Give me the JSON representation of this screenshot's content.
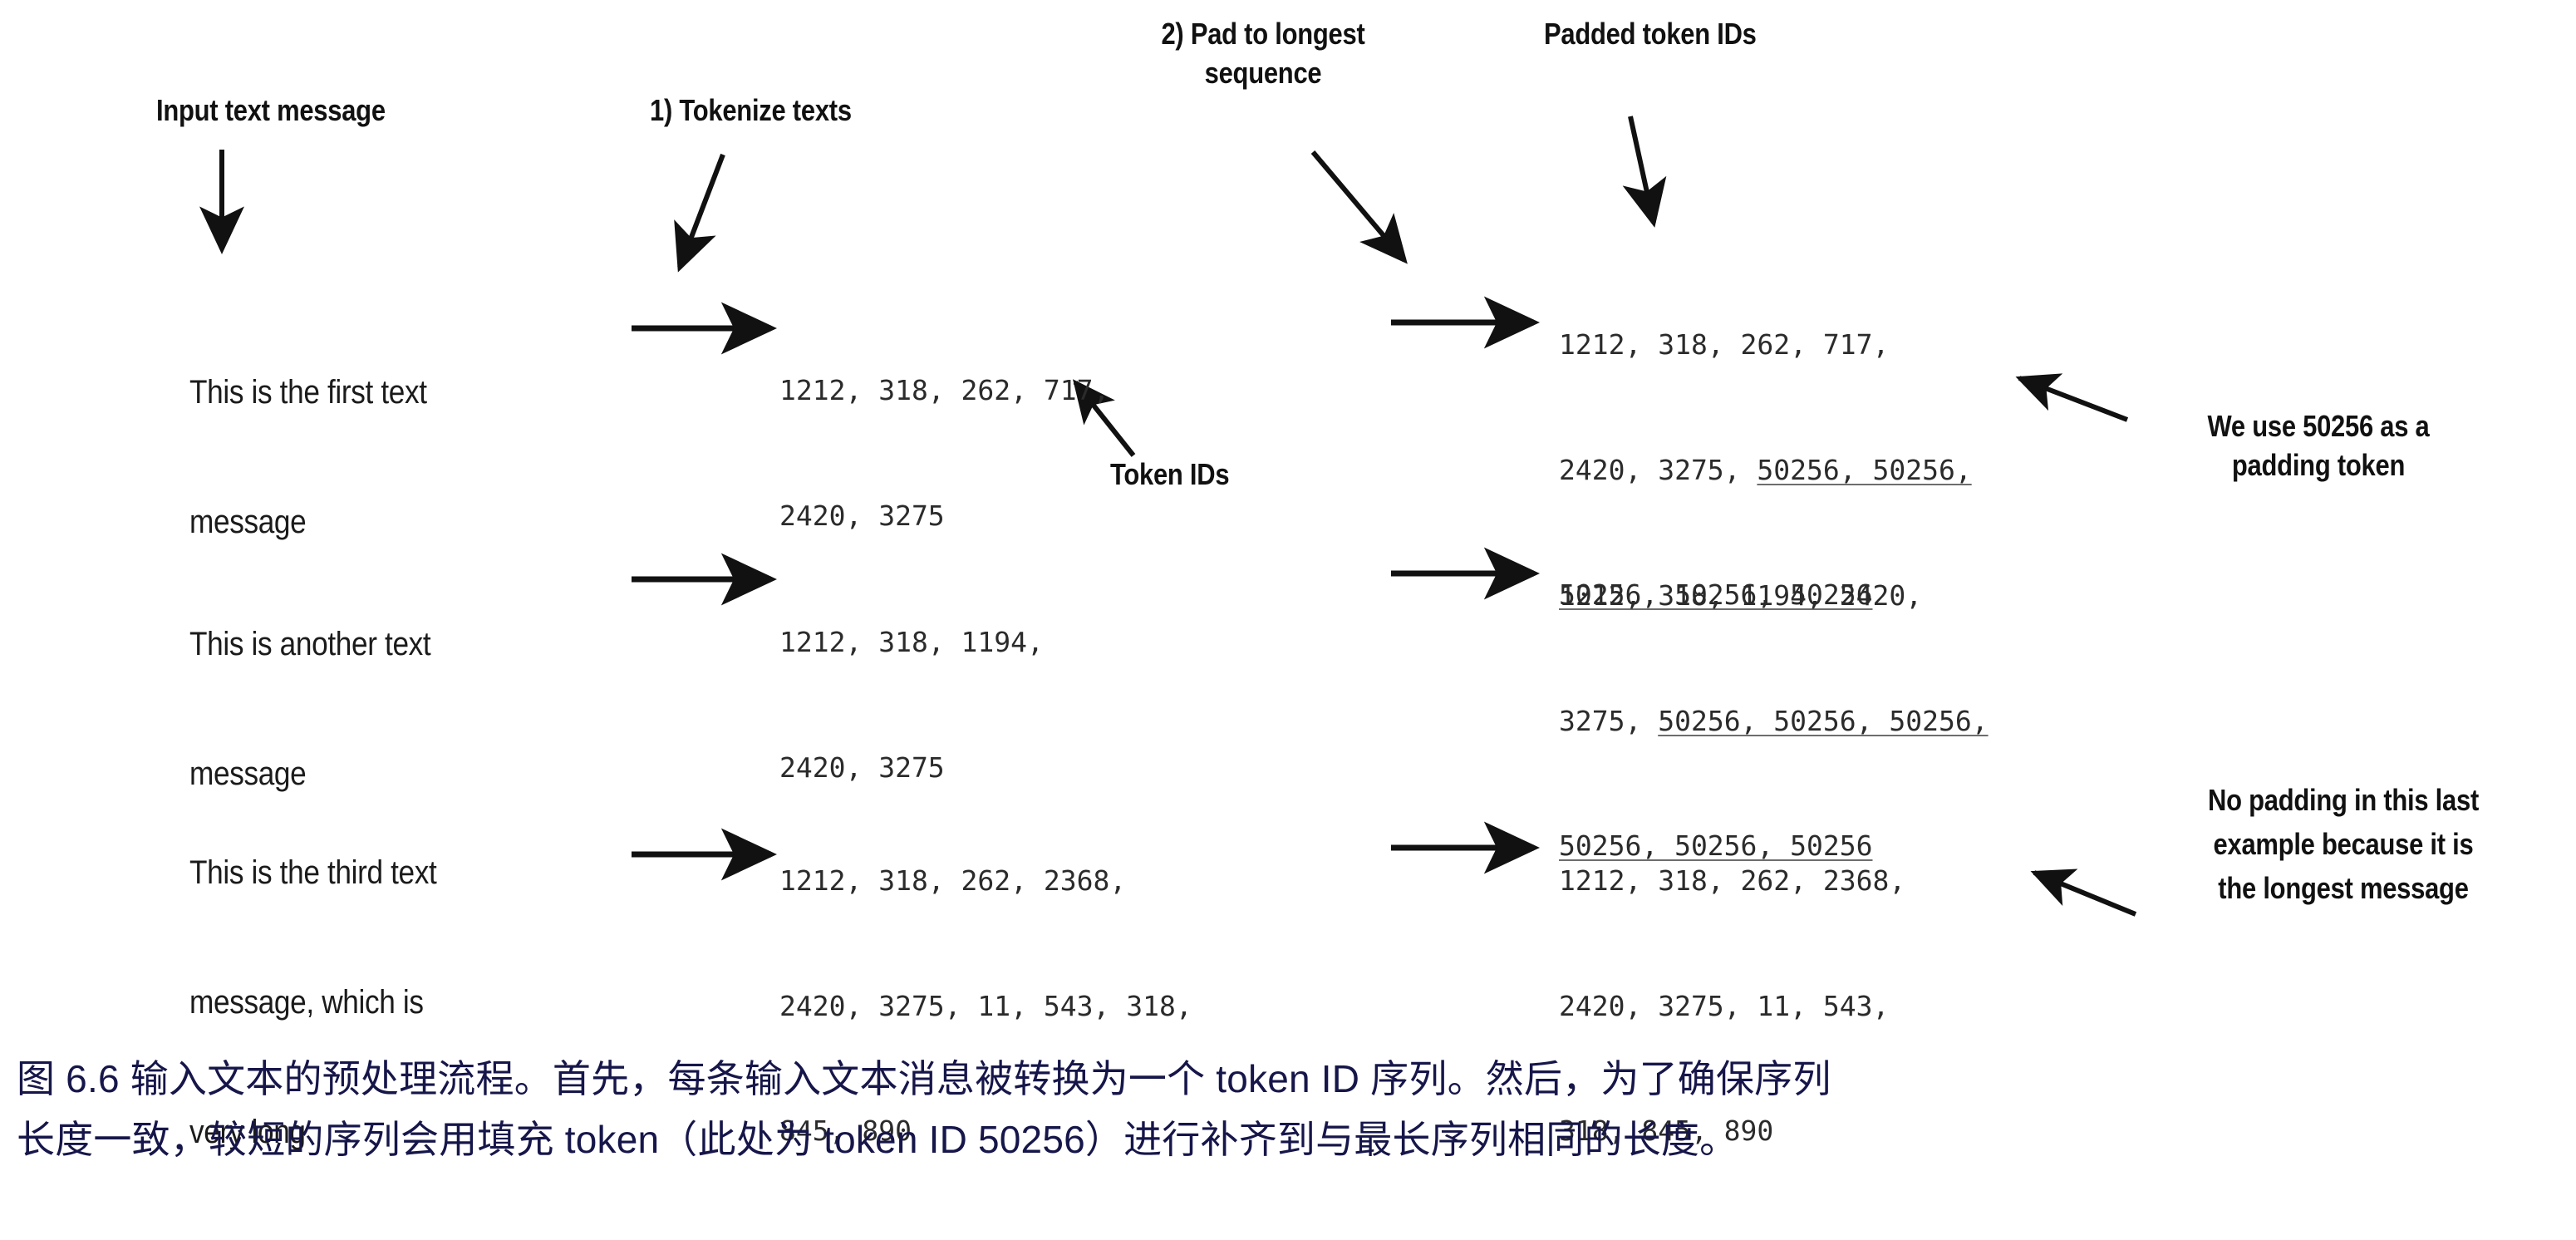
{
  "figure": {
    "labels": {
      "input_text_message": "Input text message",
      "tokenize_texts": "1) Tokenize texts",
      "pad_to_longest_1": "2) Pad to longest",
      "pad_to_longest_2": "sequence",
      "padded_token_ids": "Padded token IDs",
      "token_ids": "Token IDs"
    },
    "annotations": {
      "padding_note_line1": "We use 50256 as a",
      "padding_note_line2": "padding token",
      "no_padding_note_line1": "No padding in this last",
      "no_padding_note_line2": "example because it is",
      "no_padding_note_line3": "the longest message"
    },
    "rows": [
      {
        "message_lines": [
          "This is the first text",
          "message"
        ],
        "token_ids_lines": [
          "1212, 318, 262, 717,",
          "2420, 3275"
        ],
        "padded_lines": [
          [
            {
              "t": "1212, 318, 262, 717,",
              "pad": false
            }
          ],
          [
            {
              "t": "2420, 3275, ",
              "pad": false
            },
            {
              "t": "50256, 50256,",
              "pad": true
            }
          ],
          [
            {
              "t": "50256, 50256, 50256",
              "pad": true
            }
          ]
        ]
      },
      {
        "message_lines": [
          "This is another text",
          "message"
        ],
        "token_ids_lines": [
          "1212, 318, 1194,",
          "2420, 3275"
        ],
        "padded_lines": [
          [
            {
              "t": "1212, 318, 1194, 2420,",
              "pad": false
            }
          ],
          [
            {
              "t": "3275, ",
              "pad": false
            },
            {
              "t": "50256, 50256, 50256,",
              "pad": true
            }
          ],
          [
            {
              "t": "50256, 50256, 50256",
              "pad": true
            }
          ]
        ]
      },
      {
        "message_lines": [
          "This is the third text",
          "message, which is",
          "very long"
        ],
        "token_ids_lines": [
          "1212, 318, 262, 2368,",
          "2420, 3275, 11, 543, 318,",
          "845, 890"
        ],
        "padded_lines": [
          [
            {
              "t": "1212, 318, 262, 2368,",
              "pad": false
            }
          ],
          [
            {
              "t": "2420, 3275, 11, 543,",
              "pad": false
            }
          ],
          [
            {
              "t": "318, 845, 890",
              "pad": false
            }
          ]
        ]
      }
    ],
    "caption": {
      "line1": "图 6.6 输入文本的预处理流程。首先，每条输入文本消息被转换为一个 token ID 序列。然后，为了确保序列",
      "line2": "长度一致，较短的序列会用填充 token（此处为 token ID 50256）进行补齐到与最长序列相同的长度。"
    },
    "colors": {
      "ink": "#111111",
      "mono_ink": "#2b2b2b",
      "caption": "#16164a",
      "underline": "#6d6d6d",
      "background": "#ffffff"
    },
    "padding_token_id": "50256"
  }
}
